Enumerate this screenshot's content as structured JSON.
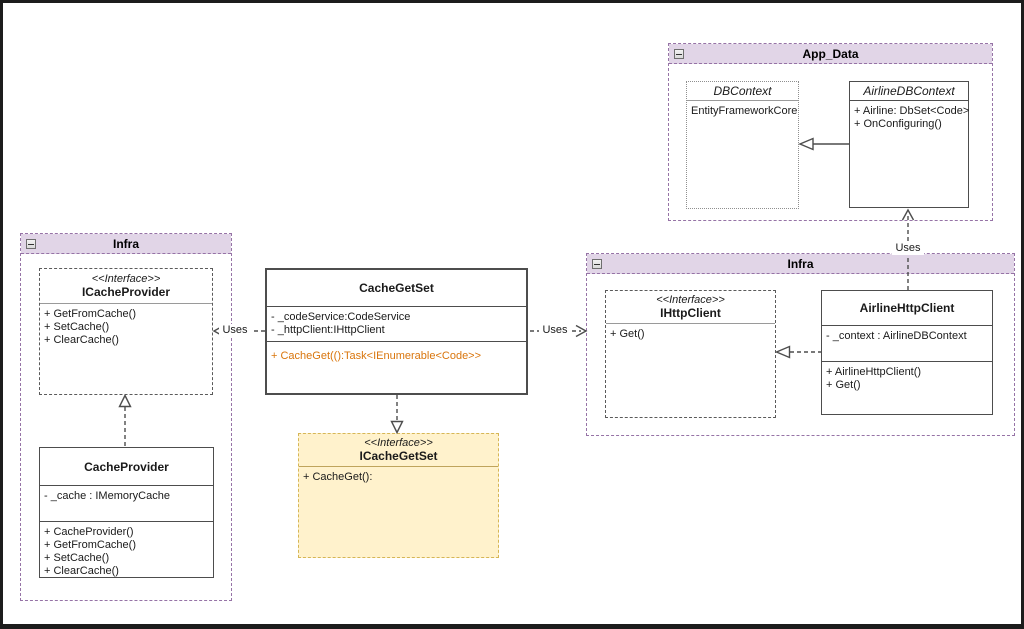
{
  "packages": {
    "app_data": {
      "title": "App_Data"
    },
    "infra_left": {
      "title": "Infra"
    },
    "infra_right": {
      "title": "Infra"
    }
  },
  "classes": {
    "dbcontext": {
      "title": "DBContext",
      "body": "EntityFrameworkCore"
    },
    "airline_dbcontext": {
      "title": "AirlineDBContext",
      "members": [
        "+ Airline: DbSet<Code>",
        "+ OnConfiguring()"
      ]
    },
    "icacheprovider": {
      "stereotype": "<<Interface>>",
      "title": "ICacheProvider",
      "methods": [
        "+ GetFromCache()",
        "+ SetCache()",
        "+ ClearCache()"
      ]
    },
    "cacheprovider": {
      "title": "CacheProvider",
      "fields": [
        "- _cache : IMemoryCache"
      ],
      "methods": [
        "+ CacheProvider()",
        "+ GetFromCache()",
        "+ SetCache()",
        "+ ClearCache()"
      ]
    },
    "cachegetset": {
      "title": "CacheGetSet",
      "fields": [
        "- _codeService:CodeService",
        "- _httpClient:IHttpClient"
      ],
      "methods": [
        "+ CacheGet(():Task<IEnumerable<Code>>"
      ]
    },
    "icachegetset": {
      "stereotype": "<<Interface>>",
      "title": "ICacheGetSet",
      "methods": [
        "+ CacheGet():"
      ]
    },
    "ihttpclient": {
      "stereotype": "<<Interface>>",
      "title": "IHttpClient",
      "methods": [
        "+ Get()"
      ]
    },
    "airline_httpclient": {
      "title": "AirlineHttpClient",
      "fields": [
        "- _context : AirlineDBContext"
      ],
      "methods": [
        "+ AirlineHttpClient()",
        "+ Get()"
      ]
    }
  },
  "labels": {
    "uses_left": "Uses",
    "uses_right": "Uses",
    "uses_top": "Uses"
  },
  "colors": {
    "package_fill": "#E1D5E7",
    "package_border": "#9673A6",
    "interface_fill": "#FFF2CC",
    "interface_border": "#D6B656",
    "highlighted_method": "#D9750C",
    "connector": "#4D4D4D"
  }
}
